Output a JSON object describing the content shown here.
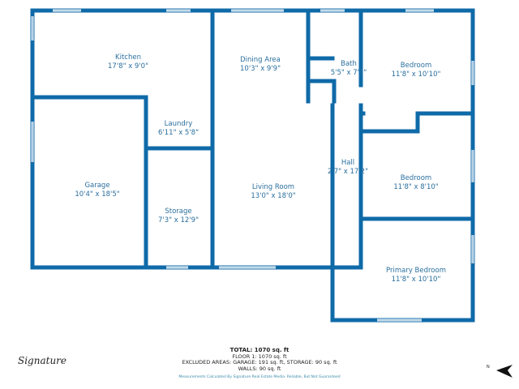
{
  "rooms": [
    {
      "name": "Kitchen",
      "size": "17'8\" x 9'0\""
    },
    {
      "name": "Dining Area",
      "size": "10'3\" x 9'9\""
    },
    {
      "name": "Bath",
      "size": "5'5\" x 7'1\""
    },
    {
      "name": "Bedroom",
      "size": "11'8\" x 10'10\""
    },
    {
      "name": "Laundry",
      "size": "6'11\" x 5'8\""
    },
    {
      "name": "Garage",
      "size": "10'4\" x 18'5\""
    },
    {
      "name": "Storage",
      "size": "7'3\" x 12'9\""
    },
    {
      "name": "Living Room",
      "size": "13'0\" x 18'0\""
    },
    {
      "name": "Hall",
      "size": "2'7\" x 17'2\""
    },
    {
      "name": "Bedroom",
      "size": "11'8\" x 8'10\""
    },
    {
      "name": "Primary Bedroom",
      "size": "11'8\" x 10'10\""
    }
  ],
  "summary": {
    "total": "TOTAL: 1070 sq. ft",
    "floor": "FLOOR 1: 1070 sq. ft",
    "excluded": "EXCLUDED AREAS: GARAGE: 191 sq. ft, STORAGE: 90 sq. ft",
    "walls": "WALLS: 90 sq. ft"
  },
  "disclaimer": "Measurements Calculated By Signature Real Estate Media. Reliable, But Not Guaranteed",
  "logo": "Signature",
  "north_label": "N",
  "colors": {
    "wall": "#0f6aa8",
    "label": "#2a6f9e"
  }
}
